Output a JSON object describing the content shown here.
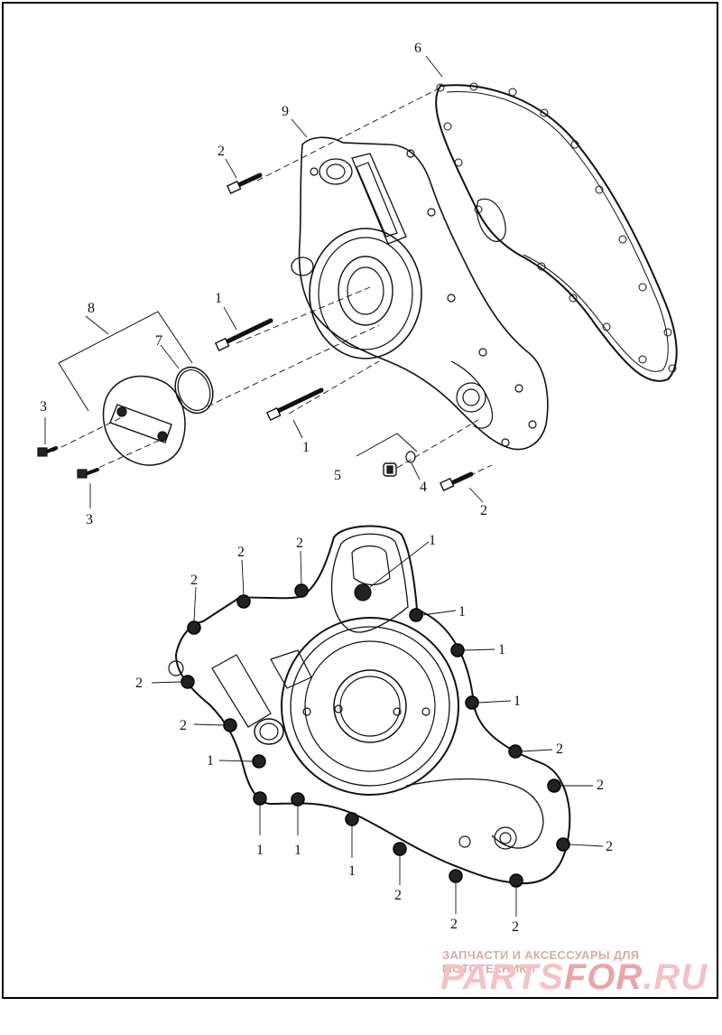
{
  "diagram": {
    "callouts_top": [
      {
        "id": "c9",
        "text": "9"
      },
      {
        "id": "c6",
        "text": "6"
      },
      {
        "id": "c2a",
        "text": "2"
      },
      {
        "id": "c8",
        "text": "8"
      },
      {
        "id": "c1a",
        "text": "1"
      },
      {
        "id": "c7",
        "text": "7"
      },
      {
        "id": "c3a",
        "text": "3"
      },
      {
        "id": "c1b",
        "text": "1"
      },
      {
        "id": "c3b",
        "text": "3"
      },
      {
        "id": "c5",
        "text": "5"
      },
      {
        "id": "c4",
        "text": "4"
      },
      {
        "id": "c2b",
        "text": "2"
      }
    ],
    "callouts_bottom": [
      {
        "id": "b1",
        "text": "2"
      },
      {
        "id": "b2",
        "text": "2"
      },
      {
        "id": "b3",
        "text": "1"
      },
      {
        "id": "b4",
        "text": "2"
      },
      {
        "id": "b5",
        "text": "1"
      },
      {
        "id": "b6",
        "text": "1"
      },
      {
        "id": "b7",
        "text": "2"
      },
      {
        "id": "b8",
        "text": "1"
      },
      {
        "id": "b9",
        "text": "2"
      },
      {
        "id": "b10",
        "text": "2"
      },
      {
        "id": "b11",
        "text": "1"
      },
      {
        "id": "b12",
        "text": "2"
      },
      {
        "id": "b13",
        "text": "1"
      },
      {
        "id": "b14",
        "text": "1"
      },
      {
        "id": "b15",
        "text": "1"
      },
      {
        "id": "b16",
        "text": "2"
      },
      {
        "id": "b17",
        "text": "2"
      },
      {
        "id": "b18",
        "text": "2"
      },
      {
        "id": "b19",
        "text": "2"
      }
    ]
  },
  "watermark": {
    "tagline": "ЗАПЧАСТИ И АКСЕССУАРЫ ДЛЯ МОТОТЕХНИКИ",
    "brand_left": "PARTS",
    "brand_mid": "FOR",
    "brand_right": ".RU"
  }
}
